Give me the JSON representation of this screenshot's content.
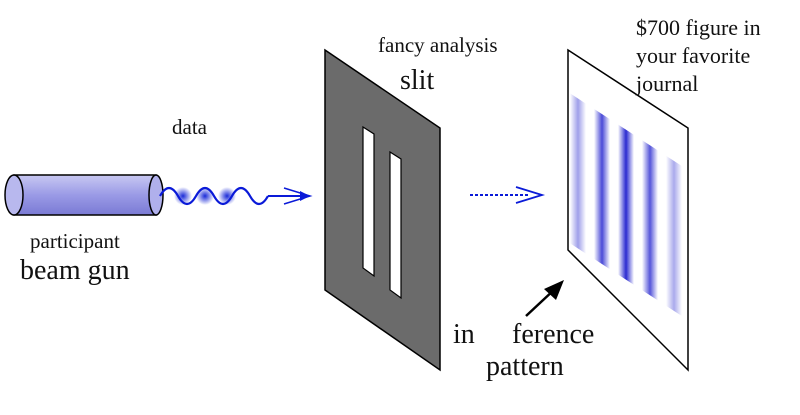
{
  "labels": {
    "data": "data",
    "participant": "participant",
    "beam_gun": "beam gun",
    "fancy_analysis": "fancy analysis",
    "slit": "slit",
    "journal_line1": "$700 figure in",
    "journal_line2": "your favorite",
    "journal_line3": "journal",
    "interference_in": "in",
    "interference_ference": "ference",
    "pattern": "pattern"
  },
  "colors": {
    "gun_fill": "#9a9ae6",
    "beam": "#0a1ad8",
    "slit_plate": "#6b6b6b",
    "fringe": "#2a2ad0",
    "outline": "#000000"
  }
}
